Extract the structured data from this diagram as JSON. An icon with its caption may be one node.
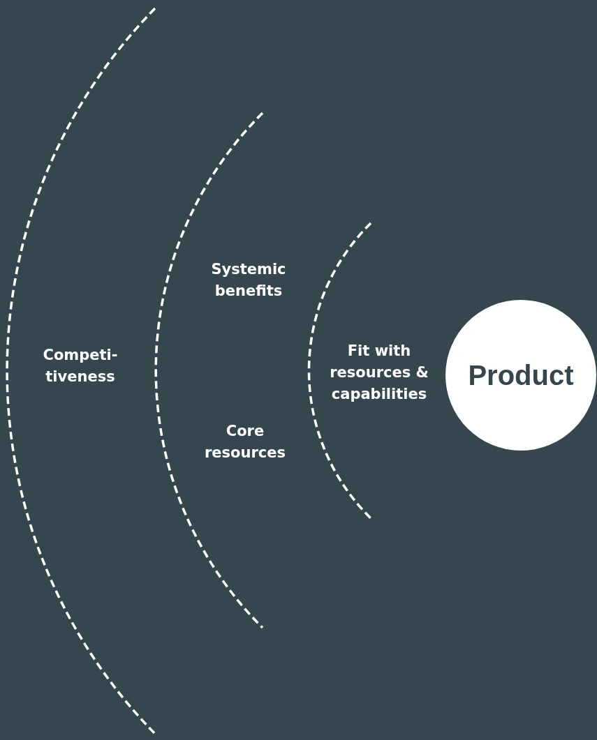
{
  "diagram": {
    "nodes": [
      {
        "text": [
          "Product"
        ]
      }
    ],
    "labels": [
      "Competi- tiveness",
      "Systemic benefits",
      "Core resources",
      "Fit with resources & capabilities"
    ]
  }
}
